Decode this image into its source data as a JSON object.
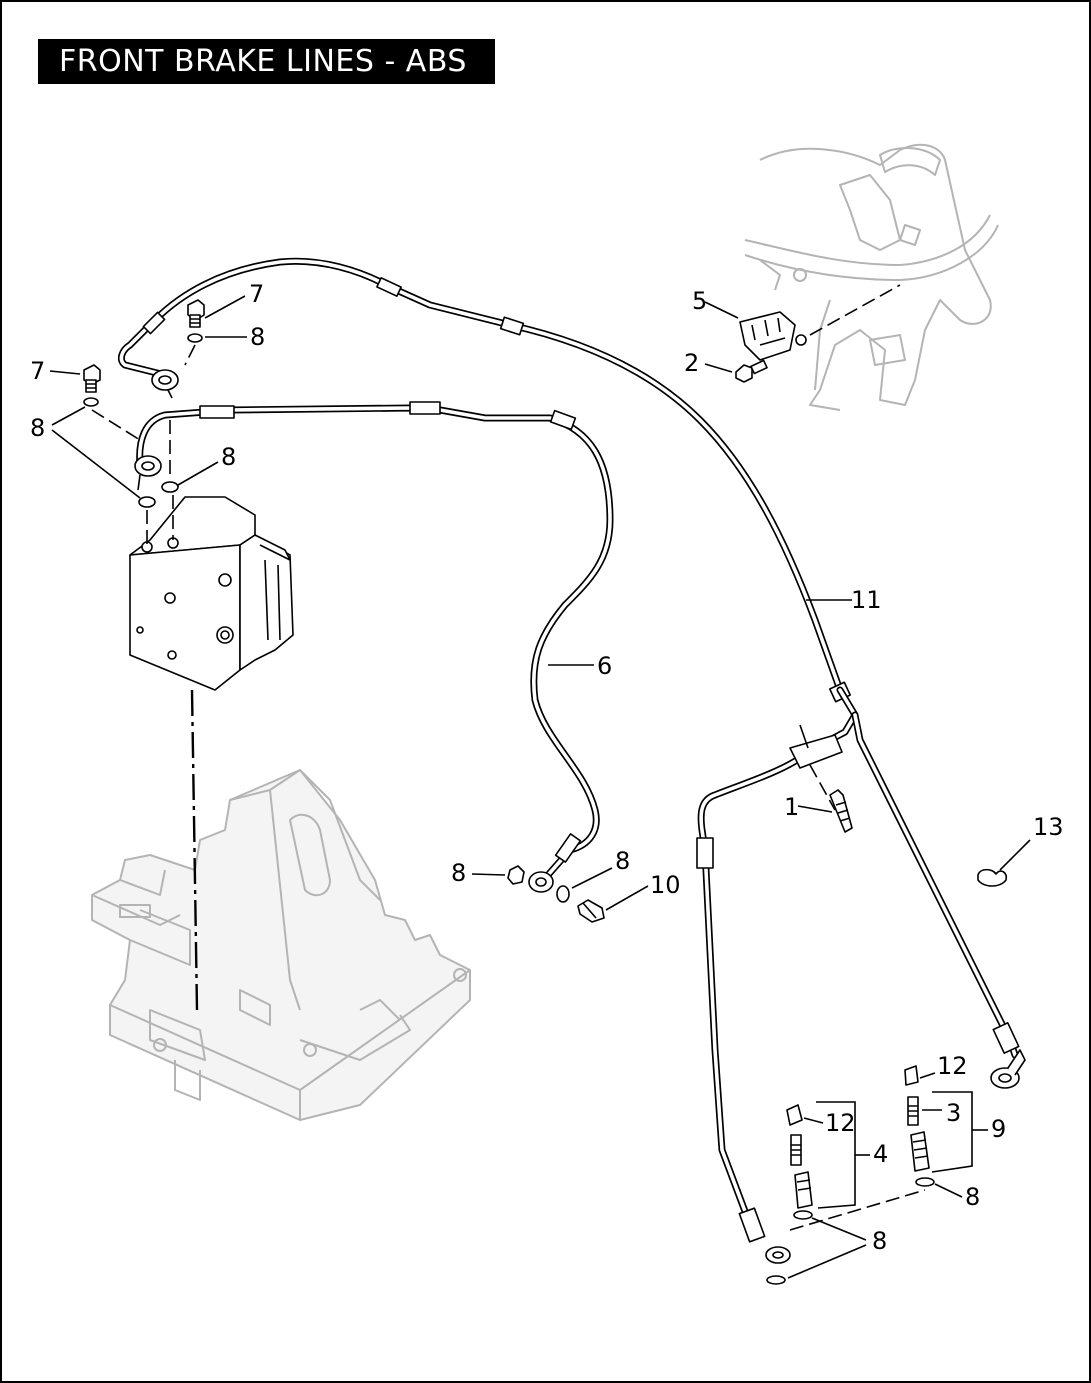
{
  "title": "FRONT BRAKE LINES - ABS",
  "callouts": {
    "c1": "1",
    "c2": "2",
    "c3": "3",
    "c4": "4",
    "c5": "5",
    "c6": "6",
    "c7a": "7",
    "c7b": "7",
    "c8a": "8",
    "c8b": "8",
    "c8c": "8",
    "c8d": "8",
    "c8e": "8",
    "c8f": "8",
    "c8g": "8",
    "c9": "9",
    "c10": "10",
    "c11": "11",
    "c12a": "12",
    "c12b": "12",
    "c13": "13"
  },
  "colors": {
    "background": "#ffffff",
    "title_bg": "#000000",
    "title_text": "#ffffff",
    "line_art": "#000000",
    "ghost_art": "#b4b4b4"
  }
}
